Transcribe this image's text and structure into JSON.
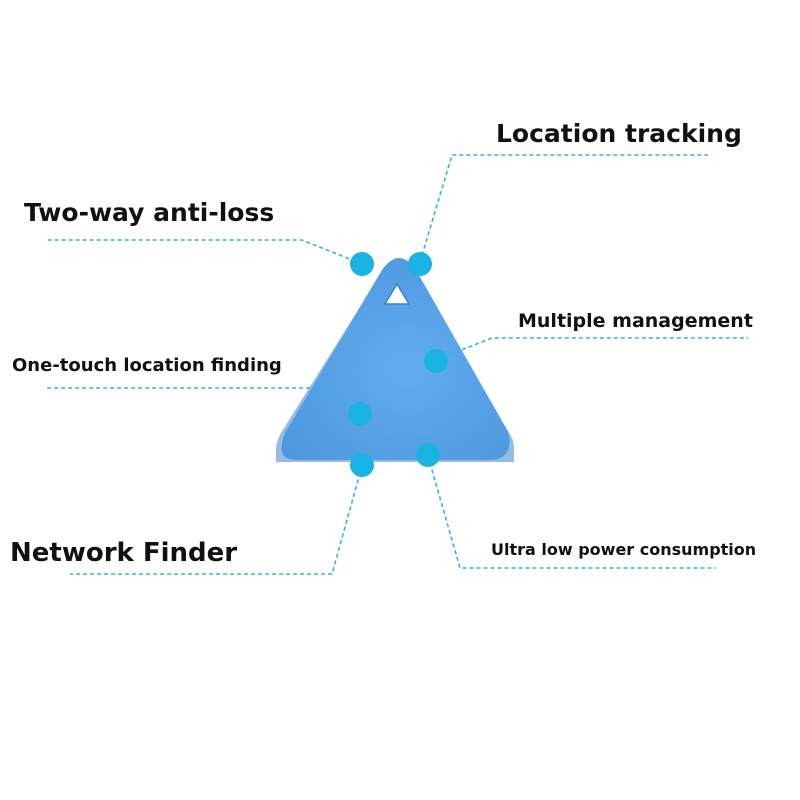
{
  "features": {
    "location_tracking": "Location tracking",
    "two_way_anti_loss": "Two-way anti-loss",
    "multiple_management": "Multiple management",
    "one_touch_location_finding": "One-touch location finding",
    "network_finder": "Network Finder",
    "ultra_low_power_consumption": "Ultra low power consumption"
  },
  "colors": {
    "device_body": "#5aa6ea",
    "marker_dot": "#19b4e4",
    "leader_line": "#2fb6d6",
    "label_text": "#111111",
    "background": "#ffffff"
  },
  "icons": {
    "product": "triangle-tracker-tag"
  }
}
